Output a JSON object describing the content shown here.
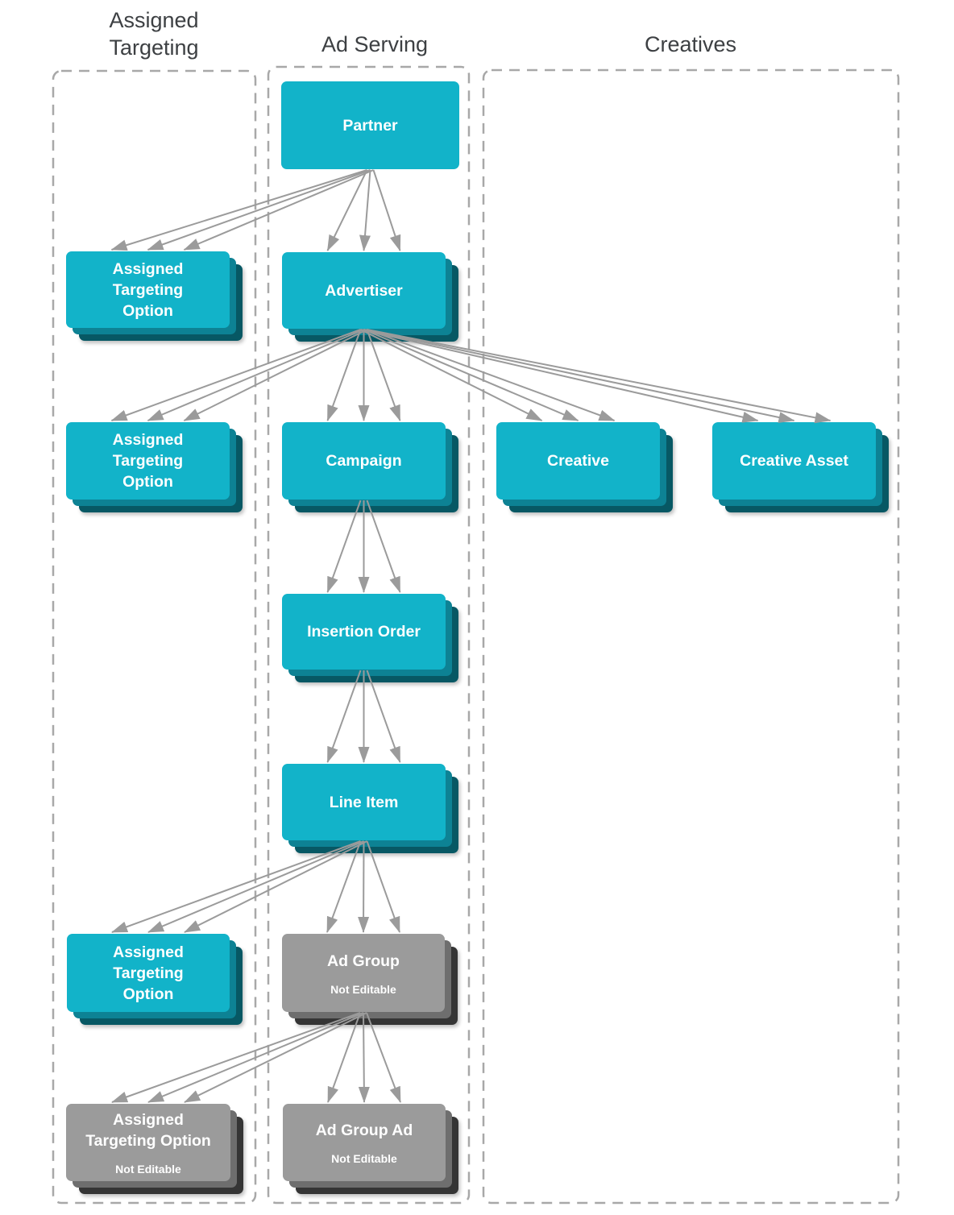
{
  "diagram": {
    "columns": [
      {
        "id": "assigned-targeting",
        "title": "Assigned Targeting"
      },
      {
        "id": "ad-serving",
        "title": "Ad Serving"
      },
      {
        "id": "creatives",
        "title": "Creatives"
      }
    ],
    "colors": {
      "node_cyan": "#12b3c9",
      "node_cyan_mid": "#0d8294",
      "node_cyan_dark": "#075864",
      "node_gray": "#9b9b9b",
      "node_gray_mid": "#6e6e6e",
      "node_gray_dark": "#353535",
      "arrow": "#9b9b9b",
      "dash_border": "#a8a8a8",
      "header_text": "#3d4043",
      "label_text": "#ffffff"
    },
    "nodes": [
      {
        "id": "partner",
        "label": "Partner",
        "style": "cyan-flat"
      },
      {
        "id": "ato1",
        "label": "Assigned\nTargeting\nOption",
        "style": "cyan"
      },
      {
        "id": "advertiser",
        "label": "Advertiser",
        "style": "cyan"
      },
      {
        "id": "ato2",
        "label": "Assigned\nTargeting\nOption",
        "style": "cyan"
      },
      {
        "id": "campaign",
        "label": "Campaign",
        "style": "cyan"
      },
      {
        "id": "creative",
        "label": "Creative",
        "style": "cyan"
      },
      {
        "id": "creative-asset",
        "label": "Creative Asset",
        "style": "cyan"
      },
      {
        "id": "insertion-order",
        "label": "Insertion Order",
        "style": "cyan"
      },
      {
        "id": "line-item",
        "label": "Line Item",
        "style": "cyan"
      },
      {
        "id": "ato3",
        "label": "Assigned\nTargeting\nOption",
        "style": "cyan"
      },
      {
        "id": "ad-group",
        "label": "Ad Group",
        "sublabel": "Not Editable",
        "style": "gray"
      },
      {
        "id": "ato4",
        "label": "Assigned\nTargeting Option",
        "sublabel": "Not Editable",
        "style": "gray"
      },
      {
        "id": "ad-group-ad",
        "label": "Ad Group Ad",
        "sublabel": "Not Editable",
        "style": "gray"
      }
    ],
    "edges": [
      {
        "from": "partner",
        "to": "ato1"
      },
      {
        "from": "partner",
        "to": "advertiser"
      },
      {
        "from": "advertiser",
        "to": "ato2"
      },
      {
        "from": "advertiser",
        "to": "campaign"
      },
      {
        "from": "advertiser",
        "to": "creative"
      },
      {
        "from": "advertiser",
        "to": "creative-asset"
      },
      {
        "from": "campaign",
        "to": "insertion-order"
      },
      {
        "from": "insertion-order",
        "to": "line-item"
      },
      {
        "from": "line-item",
        "to": "ato3"
      },
      {
        "from": "line-item",
        "to": "ad-group"
      },
      {
        "from": "ad-group",
        "to": "ato4"
      },
      {
        "from": "ad-group",
        "to": "ad-group-ad"
      }
    ]
  }
}
